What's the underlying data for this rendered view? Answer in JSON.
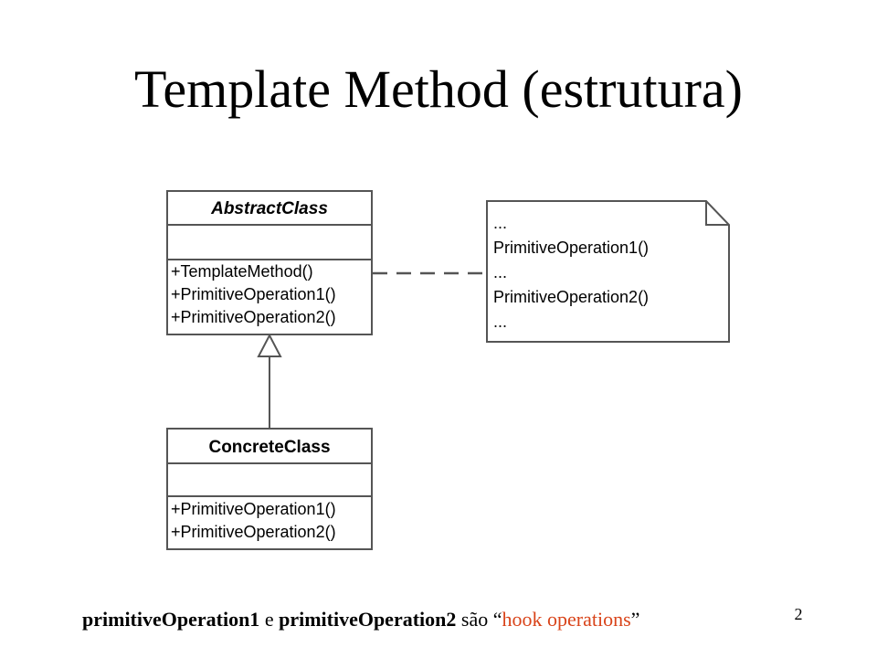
{
  "slide": {
    "title": "Template Method (estrutura)",
    "number": "2"
  },
  "diagram": {
    "abstract_class": {
      "name": "AbstractClass",
      "operations": [
        "+TemplateMethod()",
        "+PrimitiveOperation1()",
        "+PrimitiveOperation2()"
      ]
    },
    "concrete_class": {
      "name": "ConcreteClass",
      "operations": [
        "+PrimitiveOperation1()",
        "+PrimitiveOperation2()"
      ]
    },
    "note": {
      "lines": [
        "...",
        "PrimitiveOperation1()",
        "...",
        "PrimitiveOperation2()",
        "..."
      ]
    }
  },
  "footer": {
    "part1": "primitiveOperation1",
    "part2": " e ",
    "part3": "primitiveOperation2",
    "part4": " são “",
    "part5": "hook operations",
    "part6": "”",
    "hook_color": "#d9441a"
  }
}
